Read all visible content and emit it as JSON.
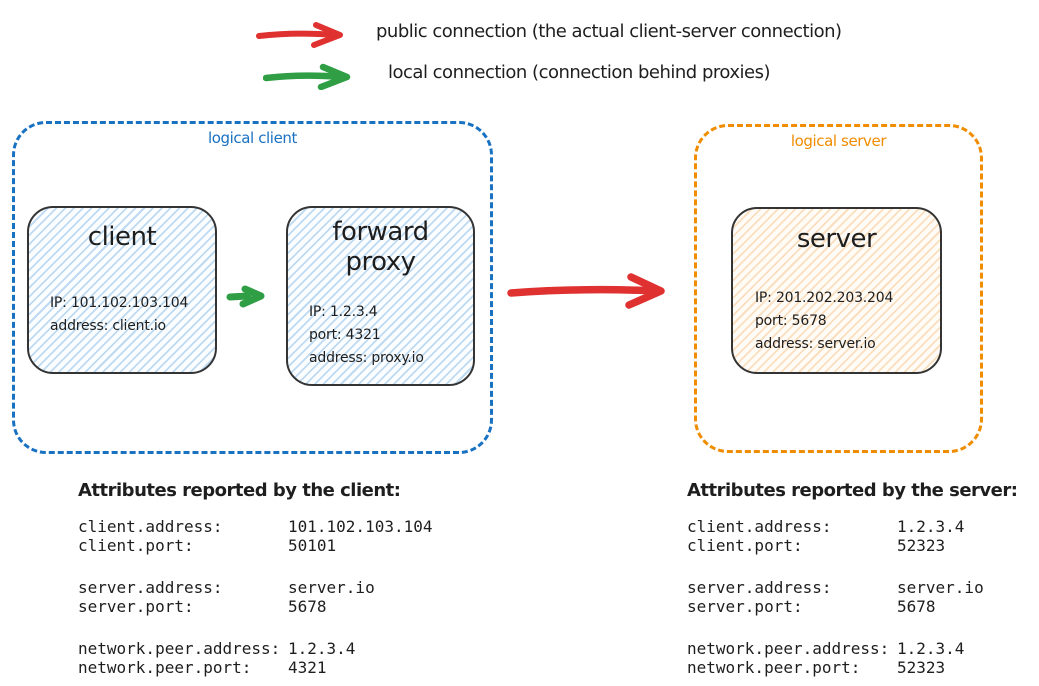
{
  "colors": {
    "public_connection_red": "#e03131",
    "local_connection_green": "#2f9e44",
    "logical_client_blue": "#1971c2",
    "logical_server_orange": "#f08c00",
    "node_border": "#343434",
    "client_node_fill": "#eaf4fd",
    "server_node_fill": "#fdf3e7",
    "text": "#1e1e1e"
  },
  "legend": {
    "items": [
      {
        "label": "public connection (the actual client-server connection)",
        "color": "#e03131"
      },
      {
        "label": "local connection (connection behind proxies)",
        "color": "#2f9e44"
      }
    ]
  },
  "logical_client": {
    "label": "logical client",
    "client_node": {
      "title": "client",
      "lines": [
        "IP: 101.102.103.104",
        "address: client.io"
      ]
    },
    "proxy_node": {
      "title": "forward proxy",
      "lines": [
        "IP: 1.2.3.4",
        "port: 4321",
        "address: proxy.io"
      ]
    }
  },
  "logical_server": {
    "label": "logical server",
    "server_node": {
      "title": "server",
      "lines": [
        "IP: 201.202.203.204",
        "port: 5678",
        "address: server.io"
      ]
    }
  },
  "client_attributes": {
    "title": "Attributes reported by the client:",
    "groups": [
      [
        {
          "key": "client.address:",
          "value": "101.102.103.104"
        },
        {
          "key": "client.port:",
          "value": "50101"
        }
      ],
      [
        {
          "key": "server.address:",
          "value": "server.io"
        },
        {
          "key": "server.port:",
          "value": "5678"
        }
      ],
      [
        {
          "key": "network.peer.address:",
          "value": "1.2.3.4"
        },
        {
          "key": "network.peer.port:",
          "value": "4321"
        }
      ]
    ]
  },
  "server_attributes": {
    "title": "Attributes reported by the server:",
    "groups": [
      [
        {
          "key": "client.address:",
          "value": "1.2.3.4"
        },
        {
          "key": "client.port:",
          "value": "52323"
        }
      ],
      [
        {
          "key": "server.address:",
          "value": "server.io"
        },
        {
          "key": "server.port:",
          "value": "5678"
        }
      ],
      [
        {
          "key": "network.peer.address:",
          "value": "1.2.3.4"
        },
        {
          "key": "network.peer.port:",
          "value": "52323"
        }
      ]
    ]
  }
}
